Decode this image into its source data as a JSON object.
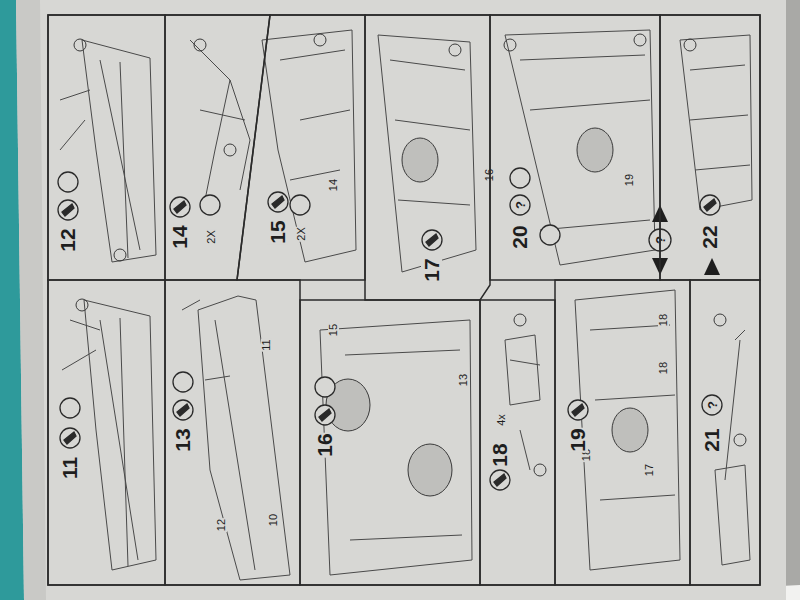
{
  "diagram": {
    "nodes": [
      {
        "text": [
          "11"
        ]
      },
      {
        "text": [
          "12"
        ]
      },
      {
        "text": [
          "13"
        ]
      },
      {
        "text": [
          "14"
        ]
      },
      {
        "text": [
          "15"
        ]
      },
      {
        "text": [
          "16"
        ]
      },
      {
        "text": [
          "17"
        ]
      },
      {
        "text": [
          "18"
        ]
      },
      {
        "text": [
          "19"
        ]
      },
      {
        "text": [
          "20"
        ]
      },
      {
        "text": [
          "21"
        ]
      },
      {
        "text": [
          "22"
        ]
      }
    ],
    "labels": [
      "2X",
      "2X",
      "4x",
      "?",
      "?",
      "?",
      "11",
      "10",
      "12",
      "14",
      "15",
      "13",
      "16",
      "19",
      "18",
      "18",
      "18",
      "17"
    ]
  }
}
